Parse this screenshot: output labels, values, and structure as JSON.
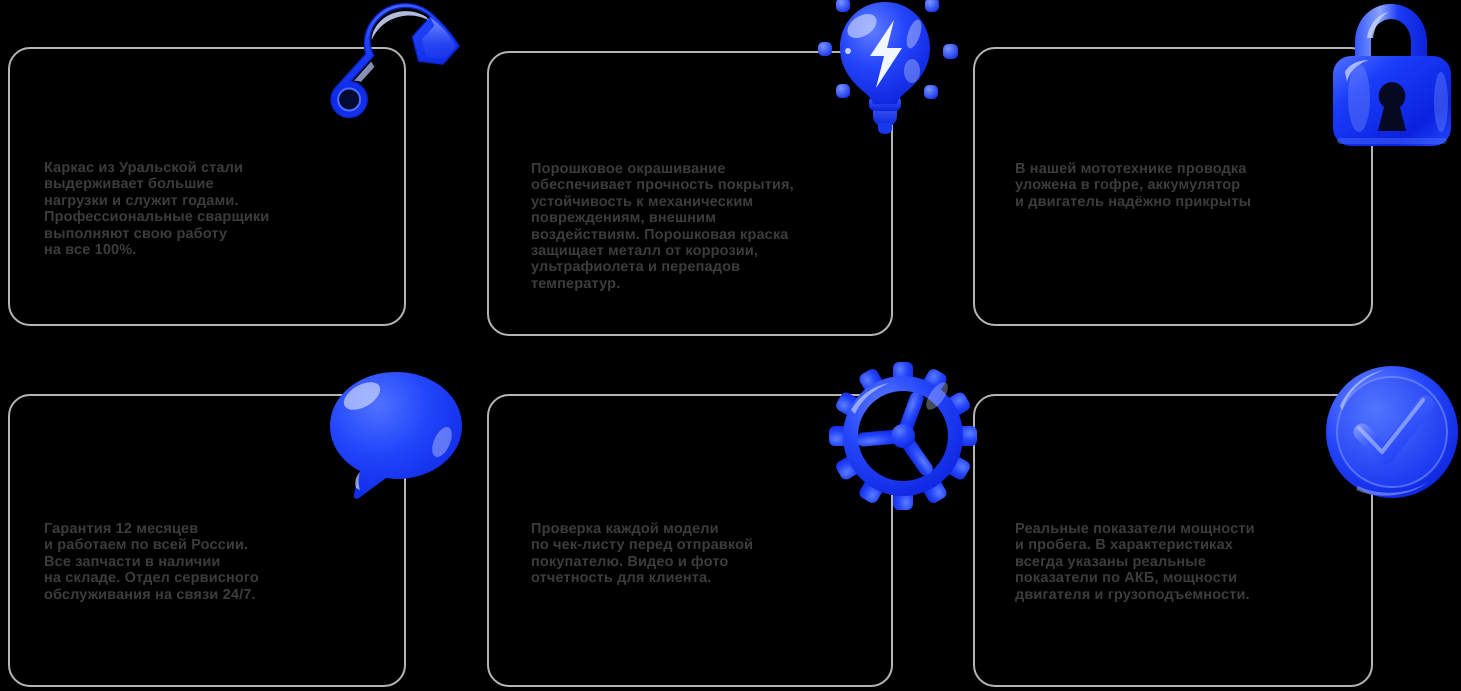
{
  "page": {
    "background_color": "#000000",
    "card_border_color": "#b4b4b4",
    "text_color": "#3c3c3c",
    "icon_accent_color": "#1536f5",
    "icon_highlight_color": "#6f8cff"
  },
  "cards": [
    {
      "id": "card-steel-frame",
      "icon": "wrench-icon",
      "text": "Каркас из Уральской стали\nвыдерживает большие\nнагрузки и служит годами.\nПрофессиональные сварщики\nвыполняют свою работу\nна все 100%."
    },
    {
      "id": "card-powder-coating",
      "icon": "lightbulb-icon",
      "text": "Порошковое окрашивание\nобеспечивает прочность покрытия,\nустойчивость к механическим\nповреждениям, внешним\nвоздействиям. Порошковая краска\nзащищает металл от коррозии,\nультрафиолета и перепадов\nтемператур."
    },
    {
      "id": "card-wiring-protection",
      "icon": "padlock-icon",
      "text": "В нашей мототехнике проводка\nуложена в гофре, аккумулятор\nи двигатель надёжно прикрыты"
    },
    {
      "id": "card-warranty-service",
      "icon": "speech-bubble-icon",
      "text": "Гарантия 12 месяцев\nи работаем по всей России.\nВсе запчасти в наличии\nна складе. Отдел сервисного\nобслуживания на связи 24/7."
    },
    {
      "id": "card-quality-check",
      "icon": "gear-icon",
      "text": "Проверка каждой модели\nпо чек-листу  перед отправкой\nпокупателю. Видео и фото\nотчетность для клиента."
    },
    {
      "id": "card-real-specs",
      "icon": "check-badge-icon",
      "text": "Реальные показатели мощности\nи пробега. В характеристиках\nвсегда указаны реальные\nпоказатели по АКБ, мощности\nдвигателя и грузоподъемности."
    }
  ]
}
